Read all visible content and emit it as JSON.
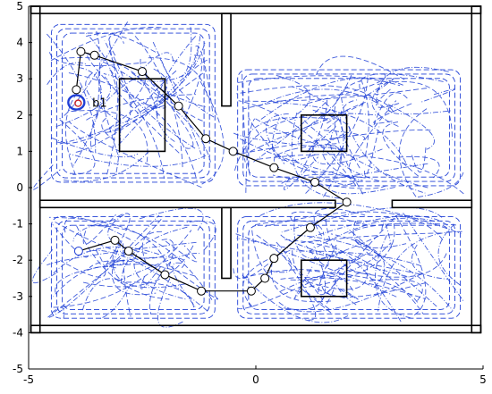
{
  "chart_data": {
    "type": "line",
    "title": "",
    "xlabel": "",
    "ylabel": "",
    "xlim": [
      -5,
      5
    ],
    "ylim": [
      -5,
      5
    ],
    "xticks": [
      "-5",
      "0",
      "5"
    ],
    "yticks": [
      "5",
      "4",
      "3",
      "2",
      "1",
      "0",
      "-1",
      "-2",
      "-3",
      "-4",
      "-5"
    ],
    "grid": false,
    "colors": {
      "walls": "#000000",
      "trajectory": "#000000",
      "paths": "#1f3fd6",
      "belief_ring": "#1f3fd6",
      "belief_center": "#cc2222"
    },
    "annotations": [
      {
        "text": "b1",
        "x": -3.6,
        "y": 2.35
      }
    ],
    "start_marker": {
      "x": -3.9,
      "y": -1.75
    },
    "belief_point": {
      "x": -3.95,
      "y": 2.35
    },
    "walls": [
      {
        "name": "outer-wall-left",
        "x0": -4.95,
        "y0": -4.0,
        "x1": -4.75,
        "y1": 5.0
      },
      {
        "name": "outer-wall-right",
        "x0": 4.75,
        "y0": -4.0,
        "x1": 4.95,
        "y1": 5.0
      },
      {
        "name": "outer-wall-top",
        "x0": -4.95,
        "y0": 4.8,
        "x1": 4.95,
        "y1": 5.0
      },
      {
        "name": "outer-wall-bottom",
        "x0": -4.95,
        "y0": -4.0,
        "x1": 4.95,
        "y1": -3.8
      },
      {
        "name": "middle-wall-left",
        "x0": -4.75,
        "y0": -0.55,
        "x1": 1.75,
        "y1": -0.35
      },
      {
        "name": "middle-wall-right",
        "x0": 3.0,
        "y0": -0.55,
        "x1": 4.75,
        "y1": -0.35
      },
      {
        "name": "upper-divider",
        "x0": -0.75,
        "y0": 2.25,
        "x1": -0.55,
        "y1": 4.8
      },
      {
        "name": "lower-divider",
        "x0": -0.75,
        "y0": -2.5,
        "x1": -0.55,
        "y1": -0.55
      },
      {
        "name": "obstacle-top-left",
        "x0": -3.0,
        "y0": 1.0,
        "x1": -2.0,
        "y1": 3.0
      },
      {
        "name": "obstacle-top-right",
        "x0": 1.0,
        "y0": 1.0,
        "x1": 2.0,
        "y1": 2.0
      },
      {
        "name": "obstacle-bottom-right",
        "x0": 1.0,
        "y0": -3.0,
        "x1": 2.0,
        "y1": -2.0
      }
    ],
    "series": [
      {
        "x": [
          -3.9,
          -3.1,
          -2.8,
          -2.0,
          -1.2,
          -0.1,
          0.2,
          0.4,
          1.2,
          2.0,
          1.3,
          0.4,
          -0.5,
          -1.1,
          -1.7,
          -2.5,
          -3.55,
          -3.85,
          -3.95
        ],
        "y": [
          -1.75,
          -1.45,
          -1.75,
          -2.4,
          -2.85,
          -2.85,
          -2.5,
          -1.95,
          -1.1,
          -0.4,
          0.15,
          0.55,
          1.0,
          1.35,
          2.25,
          3.2,
          3.65,
          3.75,
          2.7
        ]
      }
    ]
  }
}
